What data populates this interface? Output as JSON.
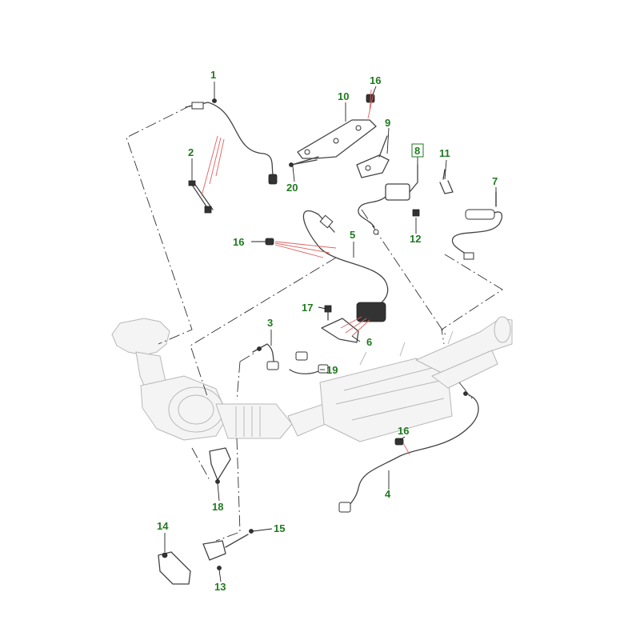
{
  "callouts": {
    "c1": "1",
    "c2": "2",
    "c3": "3",
    "c4": "4",
    "c5": "5",
    "c6": "6",
    "c7": "7",
    "c8": "8",
    "c9": "9",
    "c10": "10",
    "c11": "11",
    "c12": "12",
    "c13": "13",
    "c14": "14",
    "c15": "15",
    "c16a": "16",
    "c16b": "16",
    "c16c": "16",
    "c17": "17",
    "c18": "18",
    "c19": "19",
    "c20": "20"
  },
  "colors": {
    "callout": "#1f7a1f",
    "reference_line": "#e06060",
    "part_stroke": "#444444"
  }
}
